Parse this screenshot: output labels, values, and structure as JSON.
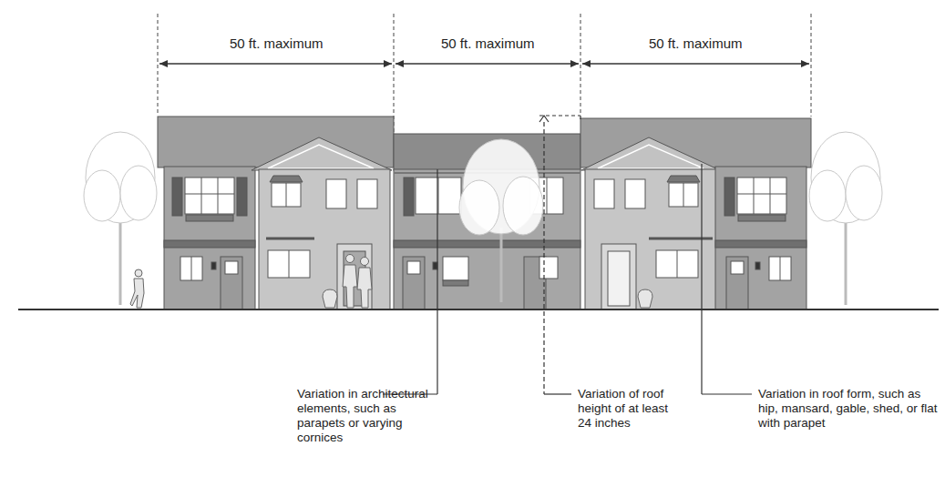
{
  "diagram": {
    "labels": [
      "50 ft. maximum",
      "50 ft. maximum",
      "50 ft. maximum",
      "Variation in architectural elements, such as parapets or varying cornices",
      "Variation of roof height of at least 24 inches",
      "Variation in roof form, such as hip, mansard, gable, shed, or flat with parapet"
    ]
  }
}
